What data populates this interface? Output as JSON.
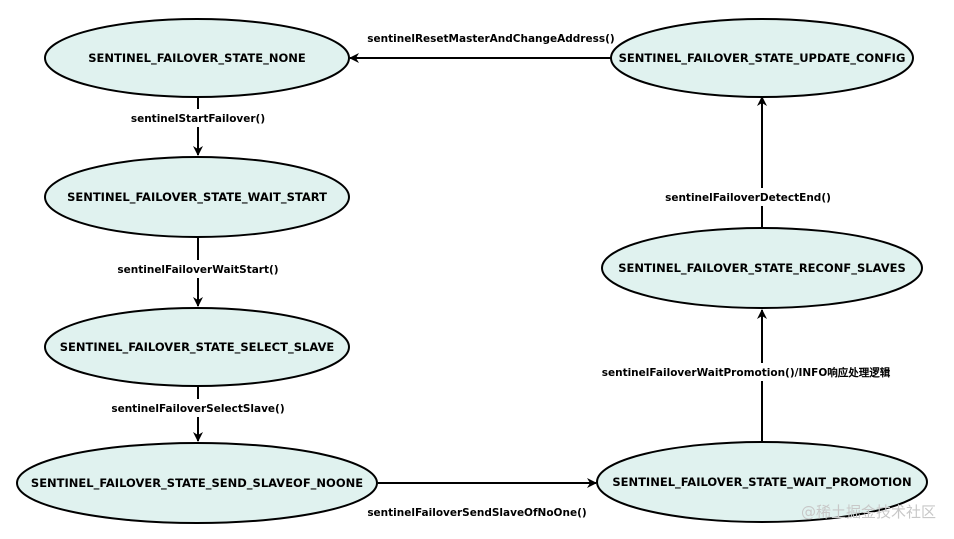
{
  "nodes": {
    "none": "SENTINEL_FAILOVER_STATE_NONE",
    "wait_start": "SENTINEL_FAILOVER_STATE_WAIT_START",
    "select_slave": "SENTINEL_FAILOVER_STATE_SELECT_SLAVE",
    "send_slaveof_noone": "SENTINEL_FAILOVER_STATE_SEND_SLAVEOF_NOONE",
    "wait_promotion": "SENTINEL_FAILOVER_STATE_WAIT_PROMOTION",
    "reconf_slaves": "SENTINEL_FAILOVER_STATE_RECONF_SLAVES",
    "update_config": "SENTINEL_FAILOVER_STATE_UPDATE_CONFIG"
  },
  "edges": {
    "none_to_wait_start": "sentinelStartFailover()",
    "wait_start_to_select_slave": "sentinelFailoverWaitStart()",
    "select_slave_to_send_slaveof": "sentinelFailoverSelectSlave()",
    "send_slaveof_to_wait_promotion": "sentinelFailoverSendSlaveOfNoOne()",
    "wait_promotion_to_reconf": "sentinelFailoverWaitPromotion()/INFO响应处理逻辑",
    "reconf_to_update_config": "sentinelFailoverDetectEnd()",
    "update_config_to_none": "sentinelResetMasterAndChangeAddress()"
  },
  "watermark": "@稀土掘金技术社区"
}
